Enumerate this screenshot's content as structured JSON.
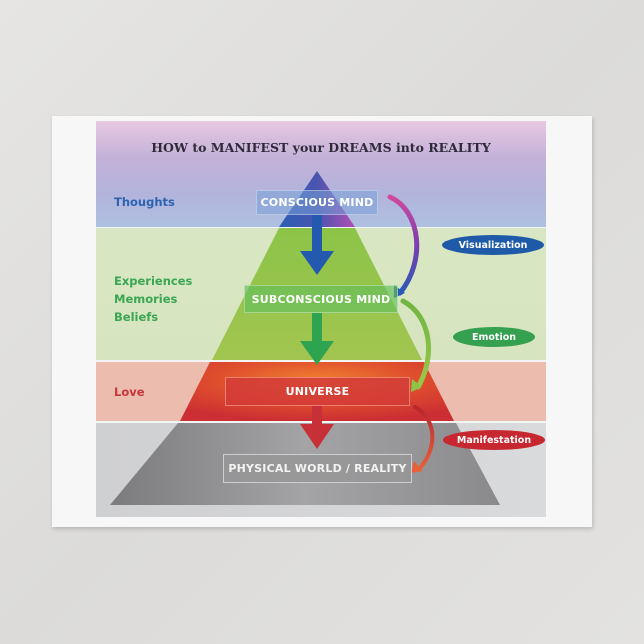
{
  "diagram": {
    "title": "HOW to MANIFEST your DREAMS into REALITY",
    "levels": [
      {
        "side_label": "Thoughts",
        "box_label": "CONSCIOUS MIND",
        "color": "#2d63b0"
      },
      {
        "side_label": "Experiences\nMemories\nBeliefs",
        "box_label": "SUBCONSCIOUS MIND",
        "color": "#3aa653"
      },
      {
        "side_label": "Love",
        "box_label": "UNIVERSE",
        "color": "#c7363c"
      },
      {
        "side_label": "",
        "box_label": "PHYSICAL WORLD / REALITY",
        "color": "#8a8a8c"
      }
    ],
    "side_labels": {
      "thoughts": "Thoughts",
      "experiences": "Experiences",
      "memories": "Memories",
      "beliefs": "Beliefs",
      "love": "Love"
    },
    "boxes": {
      "conscious": "CONSCIOUS MIND",
      "subconscious": "SUBCONSCIOUS MIND",
      "universe": "UNIVERSE",
      "physical": "PHYSICAL WORLD / REALITY"
    },
    "transitions": {
      "visualization": {
        "label": "Visualization",
        "color": "#1f5aa8"
      },
      "emotion": {
        "label": "Emotion",
        "color": "#35a04f"
      },
      "manifestation": {
        "label": "Manifestation",
        "color": "#c7282f"
      }
    }
  }
}
